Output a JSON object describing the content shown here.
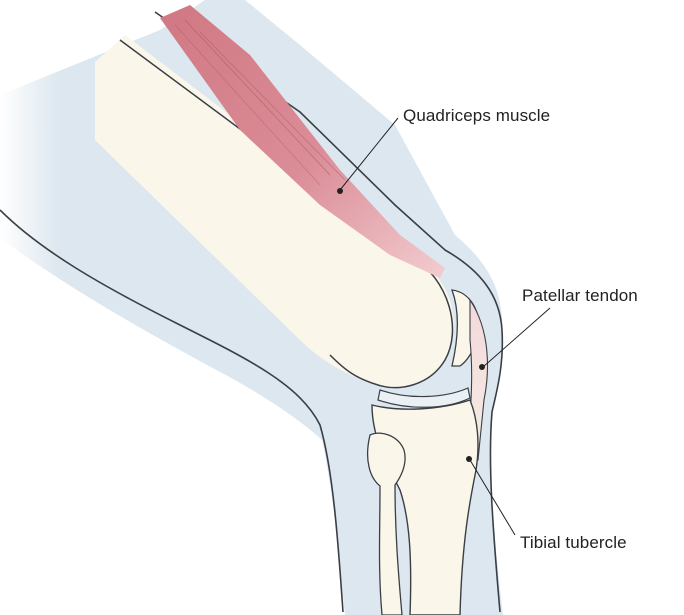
{
  "labels": {
    "quadriceps": "Quadriceps muscle",
    "patellar_tendon": "Patellar tendon",
    "tibial_tubercle": "Tibial tubercle"
  },
  "colors": {
    "skin": "#dce7ef",
    "bone": "#fbf6ea",
    "muscle": "#d98791",
    "outline": "#3a3f45",
    "text": "#222222"
  }
}
